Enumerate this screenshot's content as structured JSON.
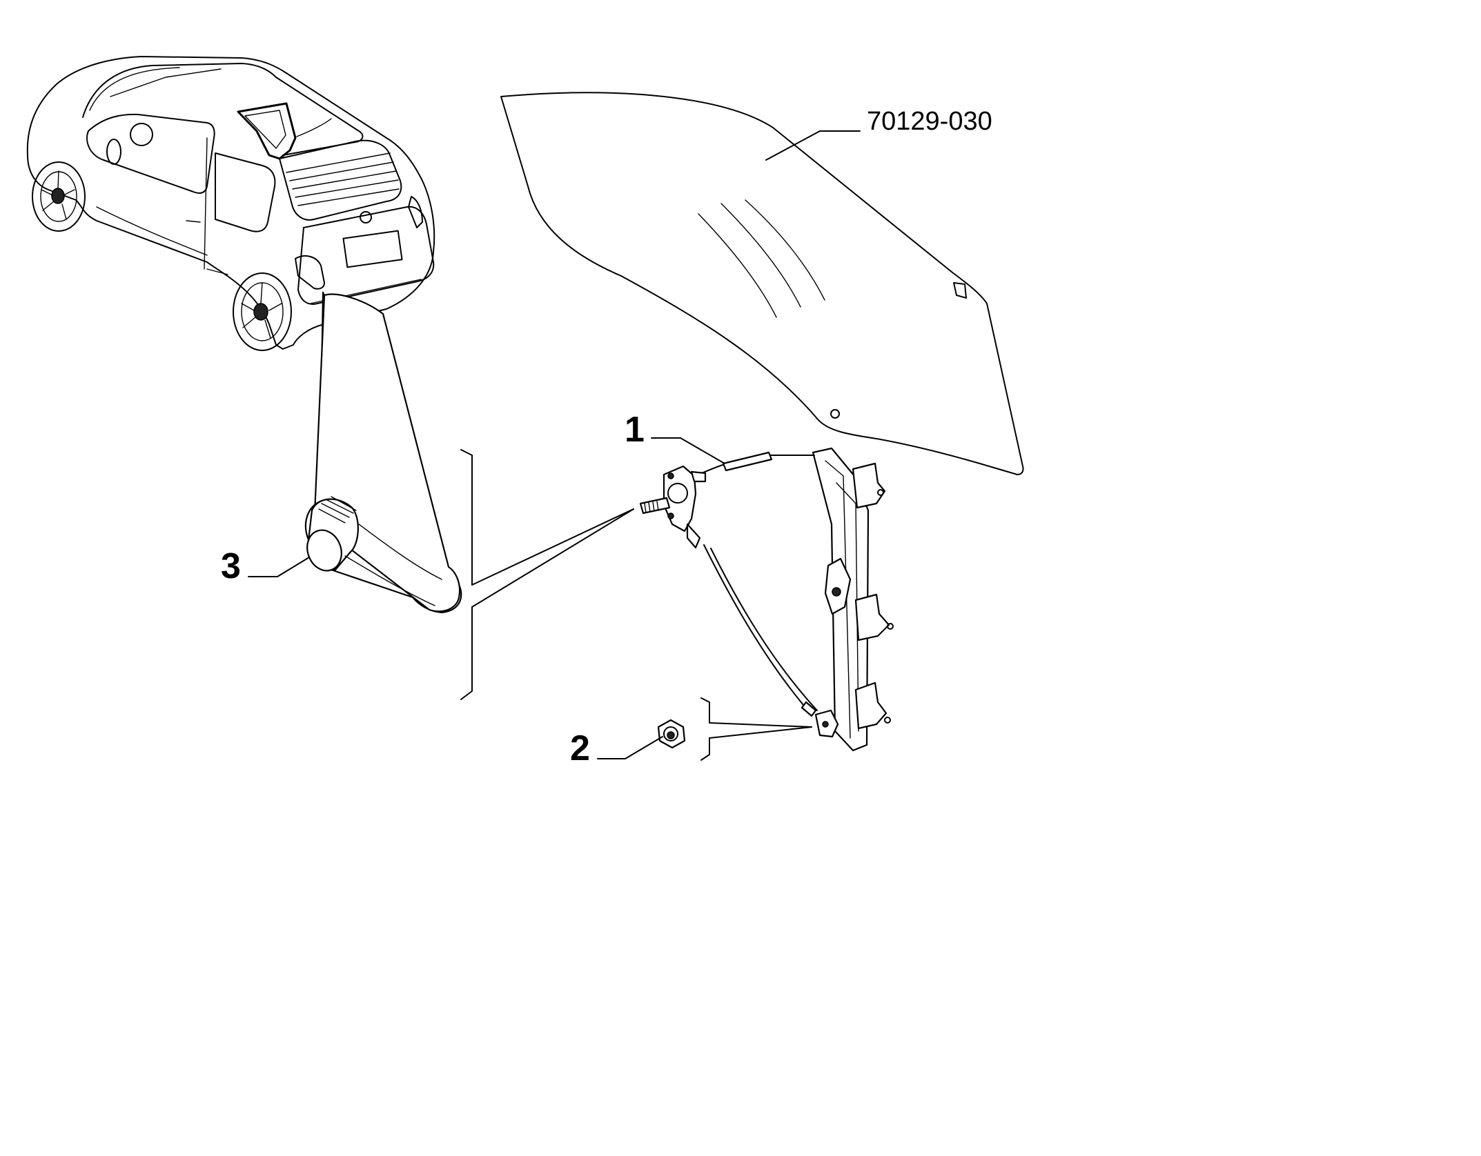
{
  "reference_code": "70129-030",
  "callouts": [
    {
      "number": "1",
      "part": "window-regulator"
    },
    {
      "number": "2",
      "part": "nut"
    },
    {
      "number": "3",
      "part": "window-crank-handle"
    }
  ]
}
